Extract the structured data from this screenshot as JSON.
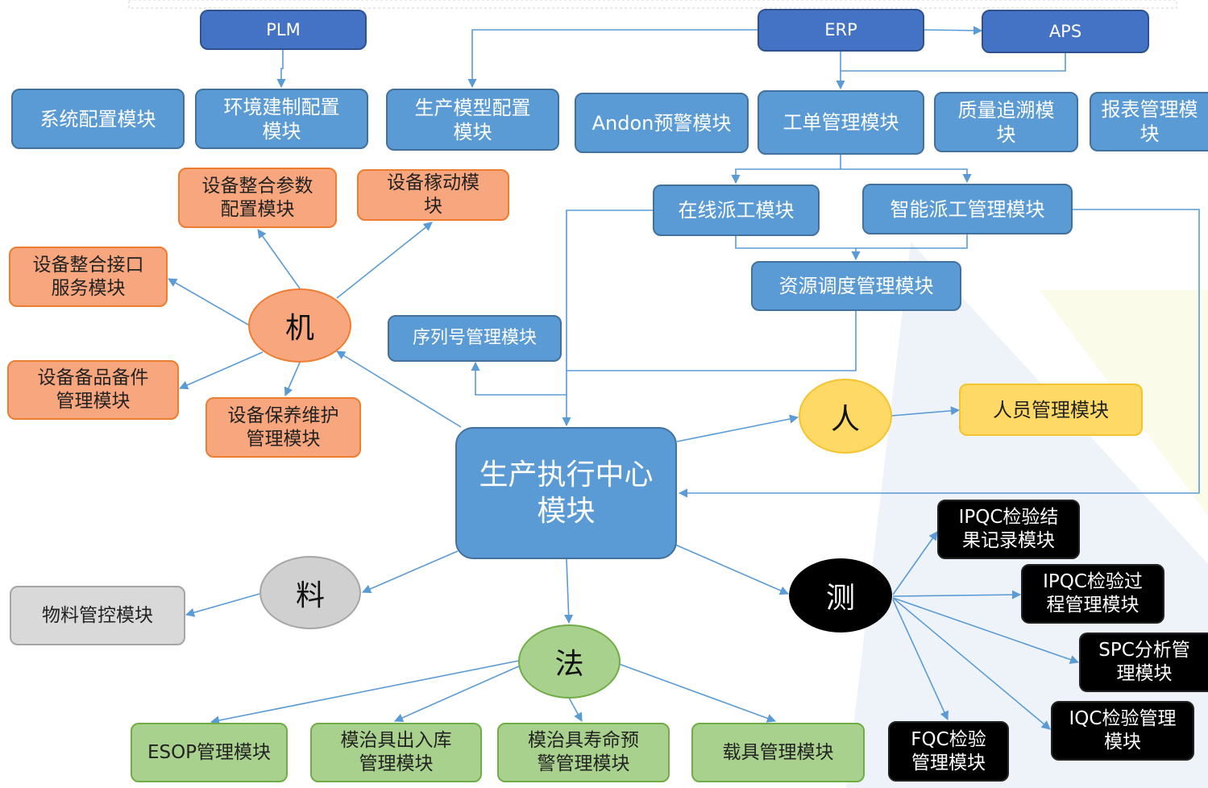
{
  "colors": {
    "system": "#4472c4",
    "module": "#5b9bd5",
    "machine": "#f8a67e",
    "people": "#ffd966",
    "material": "#d9d9d9",
    "method": "#a9d18e",
    "measure": "#000000",
    "connector": "#5b9bd5"
  },
  "systems": {
    "plm": "PLM",
    "erp": "ERP",
    "aps": "APS"
  },
  "modules": {
    "system_config": "系统配置模块",
    "env_config": "环境建制配置\n模块",
    "prod_model_config": "生产模型配置\n模块",
    "andon": "Andon预警模块",
    "work_order": "工单管理模块",
    "quality_trace": "质量追溯模\n块",
    "report": "报表管理模\n块",
    "online_dispatch": "在线派工模块",
    "smart_dispatch": "智能派工管理模块",
    "resource_schedule": "资源调度管理模块",
    "serial_number": "序列号管理模块",
    "center": "生产执行中心\n模块"
  },
  "machine": {
    "label": "机",
    "items": {
      "param_config": "设备整合参数\n配置模块",
      "transfer": "设备稼动模\n块",
      "interface": "设备整合接口\n服务模块",
      "spare_parts": "设备备品备件\n管理模块",
      "maintenance": "设备保养维护\n管理模块"
    }
  },
  "people": {
    "label": "人",
    "items": {
      "personnel": "人员管理模块"
    }
  },
  "material": {
    "label": "料",
    "items": {
      "material_control": "物料管控模块"
    }
  },
  "method": {
    "label": "法",
    "items": {
      "esop": "ESOP管理模块",
      "fixture_io": "模治具出入库\n管理模块",
      "fixture_life": "模治具寿命预\n警管理模块",
      "carrier": "载具管理模块"
    }
  },
  "measure": {
    "label": "测",
    "items": {
      "ipqc_result": "IPQC检验结\n果记录模块",
      "ipqc_process": "IPQC检验过\n程管理模块",
      "spc": "SPC分析管\n理模块",
      "iqc": "IQC检验管理\n模块",
      "fqc": "FQC检验\n管理模块"
    }
  }
}
